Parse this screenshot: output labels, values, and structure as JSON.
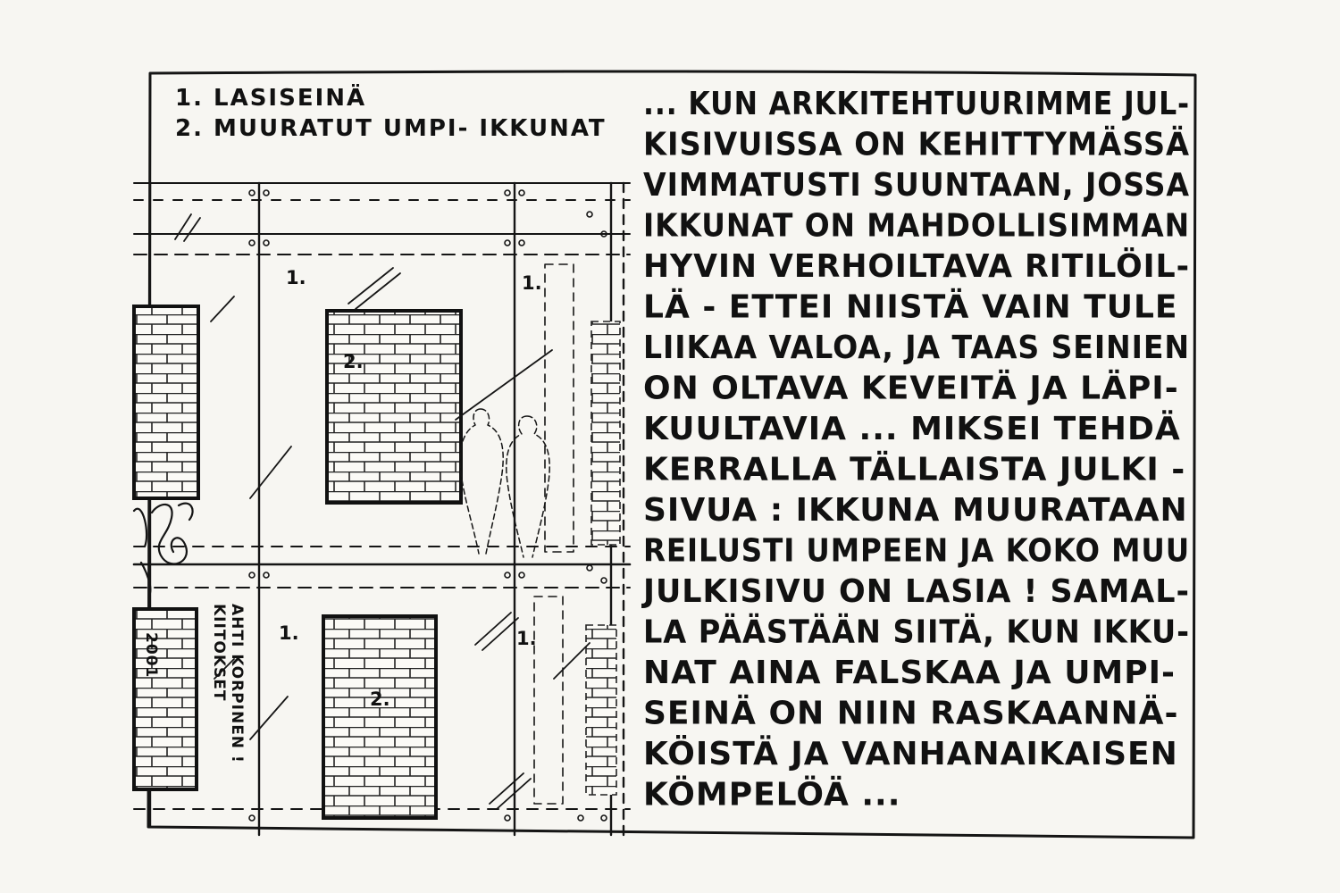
{
  "legend": {
    "item1": "1. LASISEINÄ",
    "item2": "2. MUURATUT UMPI- IKKUNAT"
  },
  "labels": {
    "glass_wall": "1.",
    "bricked_window": "2."
  },
  "text_lines": [
    "... KUN ARKKITEHTUURIMME JUL-",
    "KISIVUISSA ON KEHITTYMÄSSÄ",
    "VIMMATUSTI SUUNTAAN, JOSSA",
    "IKKUNAT ON MAHDOLLISIMMAN",
    "HYVIN VERHOILTAVA RITILÖIL-",
    "LÄ - ETTEI NIISTÄ VAIN TULE",
    "LIIKAA VALOA, JA TAAS SEINIEN",
    "ON OLTAVA KEVEITÄ JA LÄPI-",
    "KUULTAVIA ... MIKSEI TEHDÄ",
    "KERRALLA TÄLLAISTA JULKI -",
    "SIVUA : IKKUNA MUURATAAN",
    "REILUSTI UMPEEN JA KOKO MUU",
    "JULKISIVU ON LASIA ! SAMAL-",
    "LA PÄÄSTÄÄN SIITÄ, KUN IKKU-",
    "NAT AINA FALSKAA JA UMPI-",
    "SEINÄ ON NIIN RASKAANNÄ-",
    "KÖISTÄ JA VANHANAIKAISEN",
    "KÖMPELÖÄ ..."
  ],
  "credit": {
    "line1": "KIITOKSET",
    "line2": "AHTI KORPINEN !"
  },
  "signature_year": "2001"
}
